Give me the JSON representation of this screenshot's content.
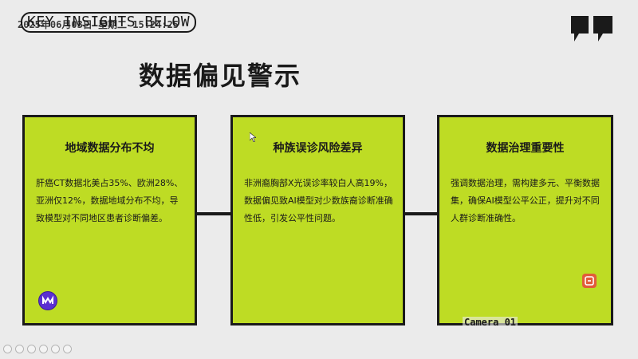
{
  "header": {
    "label": "KEY INSIGHTS BELOW",
    "timestamp": "2025年06月03日 星期二 15:24:25"
  },
  "slide": {
    "title": "数据偏见警示",
    "cards": [
      {
        "heading": "地域数据分布不均",
        "body": "肝癌CT数据北美占35%、欧洲28%、亚洲仅12%，数据地域分布不均，导致模型对不同地区患者诊断偏差。"
      },
      {
        "heading": "种族误诊风险差异",
        "body": "非洲裔胸部X光误诊率较白人高19%，数据偏见致AI模型对少数族裔诊断准确性低，引发公平性问题。"
      },
      {
        "heading": "数据治理重要性",
        "body": "强调数据治理，需构建多元、平衡数据集，确保AI模型公平公正，提升对不同人群诊断准确性。"
      }
    ]
  },
  "overlay": {
    "camera": "Camera 01"
  },
  "icons": {
    "quote": "quote-icon",
    "badge_left": "m-logo-icon",
    "badge_right": "app-icon"
  },
  "colors": {
    "card_fill": "#bedc24",
    "background": "#ebebeb",
    "border": "#1a1a1a"
  }
}
